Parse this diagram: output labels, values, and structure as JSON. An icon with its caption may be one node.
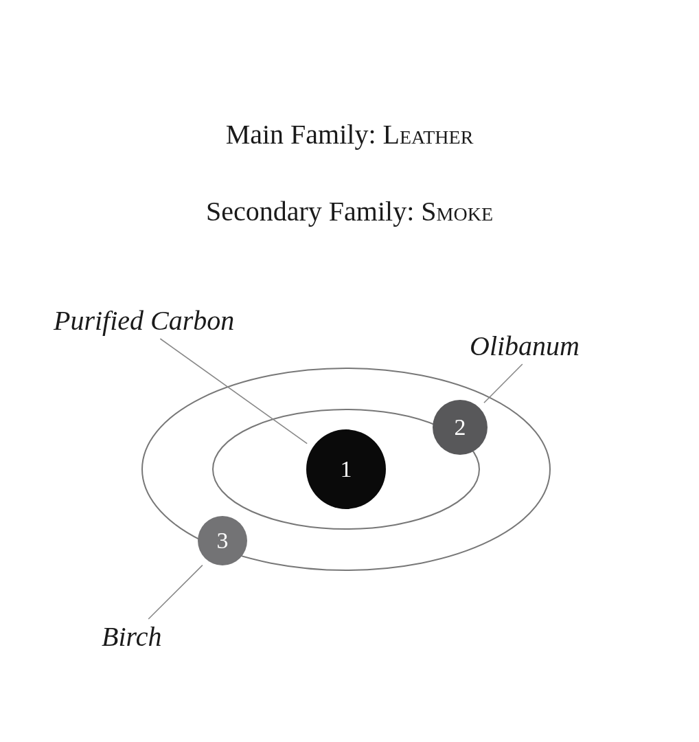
{
  "diagram": {
    "nodes": [
      {
        "text": [
          "Purified Carbon"
        ]
      },
      {
        "text": [
          "Olibanum"
        ]
      },
      {
        "text": [
          "Birch"
        ]
      },
      {
        "text": [
          "1"
        ]
      },
      {
        "text": [
          "2"
        ]
      },
      {
        "text": [
          "3"
        ]
      }
    ],
    "edges": [
      {
        "from": 0,
        "to": 3,
        "arrow": "none"
      },
      {
        "from": 1,
        "to": 4,
        "arrow": "none"
      },
      {
        "from": 2,
        "to": 5,
        "arrow": "none"
      }
    ],
    "labels": [
      "Main Family: Leather",
      "Secondary Family: Smoke"
    ]
  }
}
